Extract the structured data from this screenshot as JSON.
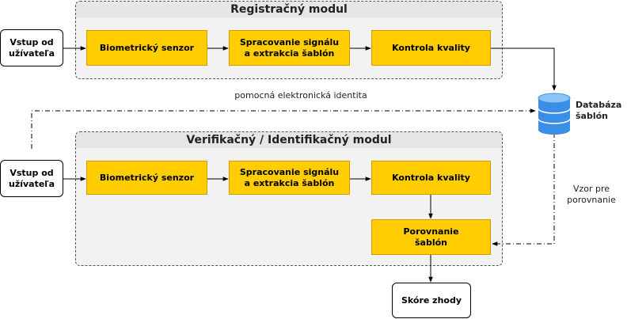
{
  "groups": {
    "registration_title": "Registračný modul",
    "verification_title": "Verifikačný / Identifikačný modul"
  },
  "inputs": {
    "user_input_top": "Vstup od\nužívateľa",
    "user_input_bottom": "Vstup od\nužívateľa"
  },
  "registration": {
    "sensor": "Biometrický senzor",
    "processing": "Spracovanie signálu\na extrakcia šablón",
    "quality": "Kontrola kvality"
  },
  "verification": {
    "sensor": "Biometrický senzor",
    "processing": "Spracovanie signálu\na extrakcia šablón",
    "quality": "Kontrola kvality",
    "matching": "Porovnanie\nšablón"
  },
  "database": {
    "label": "Databáza\nšablón",
    "icon": "database-icon"
  },
  "output": {
    "score": "Skóre zhody"
  },
  "edge_labels": {
    "aux_identity": "pomocná elektronická identita",
    "comparison_pattern": "Vzor pre\nporovnanie"
  },
  "colors": {
    "process_fill": "#ffcd00",
    "process_stroke": "#d79b00",
    "group_fill": "#f2f2f2",
    "group_header": "#e6e6e6",
    "db_blue": "#3a8ee6"
  }
}
